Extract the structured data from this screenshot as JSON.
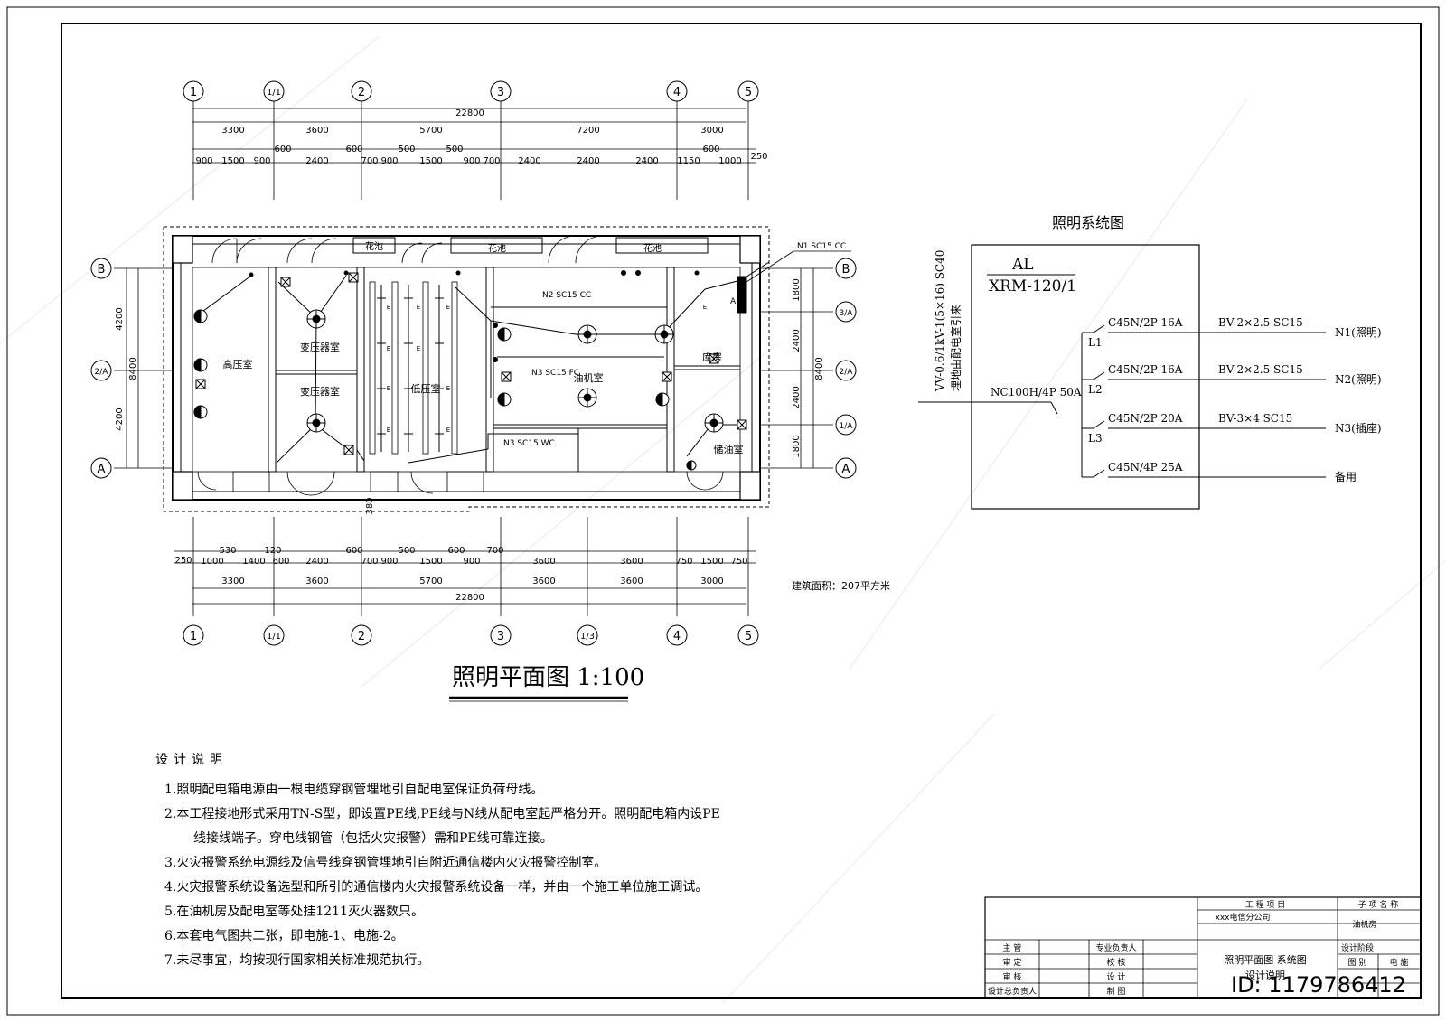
{
  "plan": {
    "title": "照明平面图 1:100",
    "area_note": "建筑面积：207平方米",
    "axes_top": [
      "1",
      "1/1",
      "2",
      "3",
      "4",
      "5"
    ],
    "axes_bottom": [
      "1",
      "1/1",
      "2",
      "3",
      "1/3",
      "4",
      "5"
    ],
    "axes_left": [
      "B",
      "2/A",
      "A"
    ],
    "axes_right": [
      "B",
      "3/A",
      "2/A",
      "1/A",
      "A"
    ],
    "dims_top": {
      "total": "22800",
      "row1": [
        "3300",
        "3600",
        "5700",
        "7200",
        "3000"
      ],
      "row2": [
        "600",
        "600",
        "500",
        "500",
        "600",
        "250"
      ],
      "row3": [
        "900",
        "1500",
        "900",
        "2400",
        "700",
        "900",
        "1500",
        "900",
        "700",
        "2400",
        "2400",
        "2400",
        "1150",
        "1000"
      ]
    },
    "dims_bottom": {
      "row_a": [
        "530",
        "120",
        "600",
        "500",
        "600",
        "700"
      ],
      "row_b": [
        "250",
        "1000",
        "1400",
        "600",
        "2400",
        "700",
        "900",
        "1500",
        "900",
        "3600",
        "3600",
        "750",
        "1500",
        "750"
      ],
      "row1": [
        "3300",
        "3600",
        "5700",
        "3600",
        "3600",
        "3000"
      ],
      "total": "22800",
      "side": "380"
    },
    "dims_left": {
      "top": "4200",
      "bottom": "4200",
      "total": "8400"
    },
    "dims_right": {
      "segs": [
        "1800",
        "2400",
        "2400",
        "1800"
      ],
      "total": "8400"
    },
    "rooms": [
      "高压室",
      "变压器室",
      "变压器室",
      "低压室",
      "油机室",
      "库房",
      "储油室"
    ],
    "planters": [
      "花池",
      "花池",
      "花池"
    ],
    "circuits": [
      "N1 SC15 CC",
      "N2 SC15 CC",
      "N3 SC15 FC",
      "N3 SC15 WC"
    ],
    "panel_label": "AL",
    "fixture_letter": "E"
  },
  "system": {
    "title": "照明系统图",
    "panel": "AL",
    "model": "XRM-120/1",
    "feeder": "VV-0.6/1kV-1(5×16) SC40",
    "feeder_note": "埋地由配电室引来",
    "main_breaker": "NC100H/4P  50A",
    "branches": [
      {
        "breaker": "C45N/2P  16A",
        "cable": "BV-2×2.5    SC15",
        "phase": "L1",
        "target": "N1(照明)"
      },
      {
        "breaker": "C45N/2P  16A",
        "cable": "BV-2×2.5    SC15",
        "phase": "L2",
        "target": "N2(照明)"
      },
      {
        "breaker": "C45N/2P  20A",
        "cable": "BV-3×4     SC15",
        "phase": "L3",
        "target": "N3(插座)"
      },
      {
        "breaker": "C45N/4P  25A",
        "cable": "",
        "phase": "",
        "target": "备用"
      }
    ]
  },
  "notes": {
    "heading": "设计说明",
    "items": [
      "1.照明配电箱电源由一根电缆穿钢管埋地引自配电室保证负荷母线。",
      "2.本工程接地形式采用TN-S型，即设置PE线,PE线与N线从配电室起严格分开。照明配电箱内设PE",
      "线接线端子。穿电线钢管（包括火灾报警）需和PE线可靠连接。",
      "3.火灾报警系统电源线及信号线穿钢管埋地引自附近通信楼内火灾报警控制室。",
      "4.火灾报警系统设备选型和所引的通信楼内火灾报警系统设备一样，并由一个施工单位施工调试。",
      "5.在油机房及配电室等处挂1211灭火器数只。",
      "6.本套电气图共二张，即电施-1、电施-2。",
      "7.未尽事宜，均按现行国家相关标准规范执行。"
    ]
  },
  "title_block": {
    "project_label": "工  程  项  目",
    "subitem_label": "子  项  名  称",
    "project": "xxx电信分公司",
    "subitem": "油机房",
    "roles_left": [
      "主    管",
      "审    定",
      "审    核",
      "设计总负责人"
    ],
    "roles_mid": [
      "专业负责人",
      "校    核",
      "设    计",
      "制    图"
    ],
    "drawing_name": "照明平面图  系统图",
    "drawing_name2": "设计说明",
    "right_labels": [
      "设计阶段",
      "图    别",
      "电    施"
    ],
    "id": "ID: 1179786412"
  }
}
